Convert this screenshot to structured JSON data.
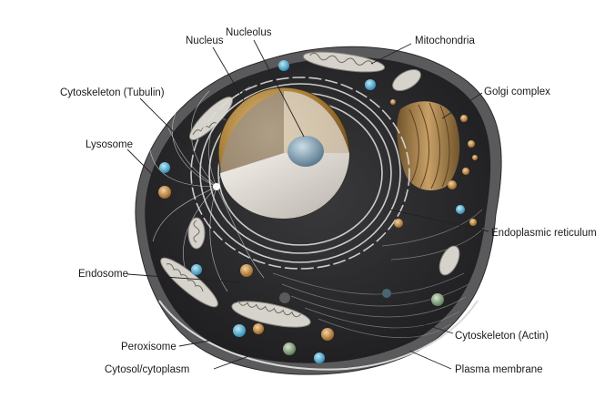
{
  "labels": {
    "nucleus": "Nucleus",
    "nucleolus": "Nucleolus",
    "mitochondria": "Mitochondria",
    "cytoskeleton_tubulin": "Cytoskeleton (Tubulin)",
    "golgi_complex": "Golgi complex",
    "lysosome": "Lysosome",
    "endoplasmic_reticulum": "Endoplasmic reticulum",
    "endosome": "Endosome",
    "cytoskeleton_actin": "Cytoskeleton (Actin)",
    "peroxisome": "Peroxisome",
    "cytosol_cytoplasm": "Cytosol/cytoplasm",
    "plasma_membrane": "Plasma membrane"
  },
  "colors": {
    "cytoplasm": "#2b2b2d",
    "membrane": "#4a4a4c",
    "nucleus_gold": "#b88a3a",
    "nucleolus": "#8aa6b8",
    "golgi": "#c89a5e",
    "vesicle_blue": "#5ab4d6",
    "vesicle_orange": "#c98a3e",
    "vesicle_green": "#7fa07a"
  }
}
